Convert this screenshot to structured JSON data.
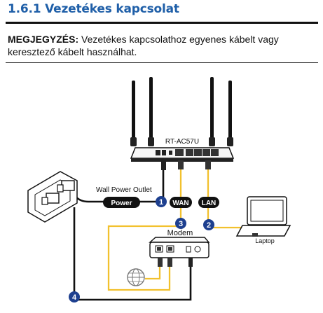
{
  "section": {
    "title": "1.6.1 Vezetékes kapcsolat"
  },
  "note": {
    "label": "MEGJEGYZÉS:",
    "text": " Vezetékes kapcsolathoz egyenes kábelt vagy keresztező kábelt használhat."
  },
  "diagram": {
    "router_model": "RT-AC57U",
    "wall_outlet_label": "Wall Power Outlet",
    "power_tag": "Power",
    "wan_tag": "WAN",
    "lan_tag": "LAN",
    "modem_label": "Modem",
    "laptop_label": "Laptop",
    "steps": [
      "1",
      "2",
      "3",
      "4"
    ],
    "colors": {
      "title": "#1f5fa8",
      "step_circle": "#1d3f8f",
      "tag_bg": "#111111",
      "cable_yellow": "#f2c12e",
      "cable_black": "#111111"
    }
  }
}
